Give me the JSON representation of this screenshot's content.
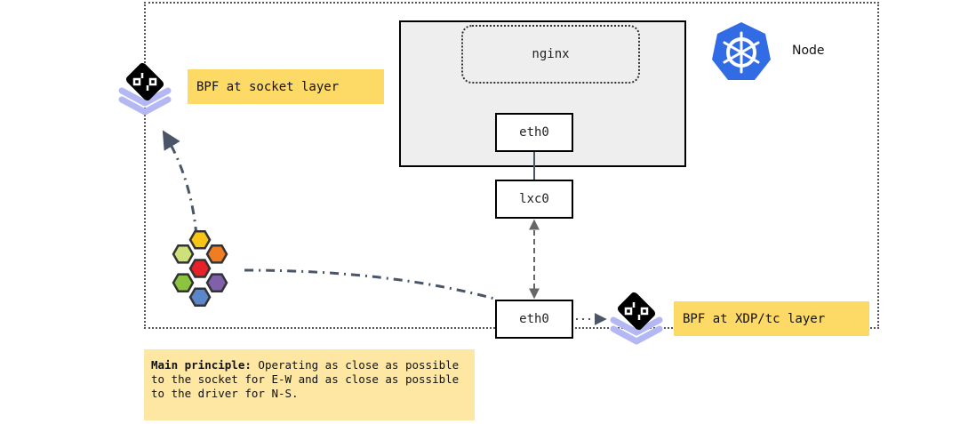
{
  "node": {
    "label": "Node",
    "icon": "kubernetes-helm-icon",
    "accent": "#326ce5"
  },
  "pod": {
    "container_label": "nginx",
    "pod_interface": "eth0",
    "veth_interface": "lxc0"
  },
  "host": {
    "interface": "eth0"
  },
  "bpf_socket": {
    "label": "BPF at socket layer",
    "icon": "ebpf-layers-icon"
  },
  "bpf_xdp": {
    "label": "BPF at XDP/tc layer",
    "icon": "ebpf-layers-icon"
  },
  "cilium": {
    "icon": "cilium-hexagon-icon",
    "colors": [
      "#f8c517",
      "#f07d22",
      "#8061a9",
      "#5b87c9",
      "#8cc43f",
      "#cde07a",
      "#e72128"
    ]
  },
  "principle": {
    "title": "Main principle:",
    "text": " Operating as close as possible to the socket for E-W and as close as possible to the driver for N-S."
  },
  "colors": {
    "label_bg": "#fdd966",
    "note_bg": "#fde7a3",
    "arrow": "#4a5568",
    "layer_purple": "#b3b8f5"
  }
}
